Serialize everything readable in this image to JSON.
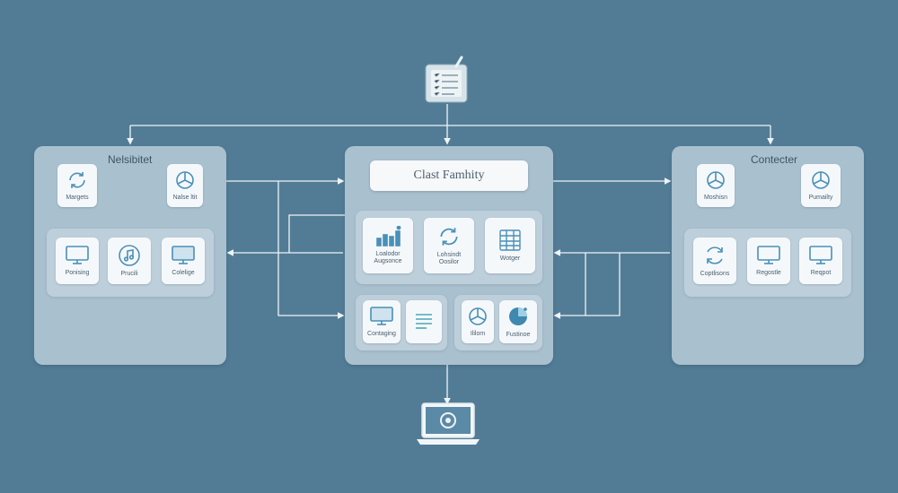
{
  "colors": {
    "background": "#527c96",
    "panel": "#a9c0cf",
    "group": "#bccfdb",
    "tile": "#f5f8fa",
    "connector": "#eef3f6",
    "icon_stroke": "#4a90b8"
  },
  "top_node": {
    "icon": "checklist-clipboard-icon"
  },
  "bottom_node": {
    "icon": "laptop-icon"
  },
  "left_panel": {
    "title": "Nelsibitet",
    "top_tiles": [
      {
        "label": "Margets",
        "icon": "refresh-cycle-icon"
      },
      {
        "label": "Nalse ltit",
        "icon": "pie-chart-icon"
      }
    ],
    "group_tiles": [
      {
        "label": "Ponising",
        "icon": "monitor-icon"
      },
      {
        "label": "Prucili",
        "icon": "music-note-icon"
      },
      {
        "label": "Colelige",
        "icon": "monitor-icon"
      }
    ]
  },
  "center_panel": {
    "title": "Clast Famhity",
    "row1_tiles": [
      {
        "label": "Loalodor Augsonce",
        "icon": "bar-chart-icon"
      },
      {
        "label": "Lohsindt Oosilor",
        "icon": "refresh-cycle-icon"
      },
      {
        "label": "Wotger",
        "icon": "grid-table-icon"
      }
    ],
    "row2_group_a": [
      {
        "label": "Contaging",
        "icon": "monitor-icon"
      },
      {
        "label": "",
        "icon": "document-lines-icon"
      }
    ],
    "row2_group_b": [
      {
        "label": "Ililom",
        "icon": "pie-chart-icon"
      },
      {
        "label": "Fustinoe",
        "icon": "globe-icon"
      }
    ]
  },
  "right_panel": {
    "title": "Contecter",
    "top_tiles": [
      {
        "label": "Moshisn",
        "icon": "pie-chart-icon"
      },
      {
        "label": "Pumailty",
        "icon": "pie-chart-icon"
      }
    ],
    "group_tiles": [
      {
        "label": "Coptlisons",
        "icon": "sync-arrows-icon"
      },
      {
        "label": "Regostle",
        "icon": "monitor-icon"
      },
      {
        "label": "Reqpot",
        "icon": "monitor-icon"
      }
    ]
  }
}
